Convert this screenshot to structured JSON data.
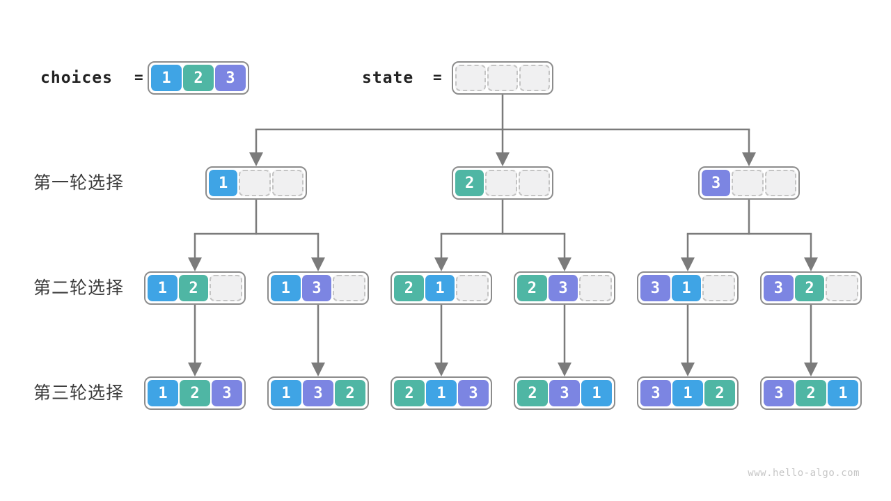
{
  "header": {
    "choices_label": "choices",
    "state_label": "state",
    "equals": "=",
    "choices_cells": [
      "1",
      "2",
      "3"
    ],
    "state_cells": [
      "",
      "",
      ""
    ]
  },
  "rows": [
    {
      "label": "第一轮选择",
      "boxes": [
        [
          "1",
          "",
          ""
        ],
        [
          "2",
          "",
          ""
        ],
        [
          "3",
          "",
          ""
        ]
      ]
    },
    {
      "label": "第二轮选择",
      "boxes": [
        [
          "1",
          "2",
          ""
        ],
        [
          "1",
          "3",
          ""
        ],
        [
          "2",
          "1",
          ""
        ],
        [
          "2",
          "3",
          ""
        ],
        [
          "3",
          "1",
          ""
        ],
        [
          "3",
          "2",
          ""
        ]
      ]
    },
    {
      "label": "第三轮选择",
      "boxes": [
        [
          "1",
          "2",
          "3"
        ],
        [
          "1",
          "3",
          "2"
        ],
        [
          "2",
          "1",
          "3"
        ],
        [
          "2",
          "3",
          "1"
        ],
        [
          "3",
          "1",
          "2"
        ],
        [
          "3",
          "2",
          "1"
        ]
      ]
    }
  ],
  "colors": {
    "value_1": "#3FA4E5",
    "value_2": "#4FB6A4",
    "value_3": "#7C85E2",
    "connector": "#7B7B7B",
    "box_border": "#8C8C8C",
    "empty_cell_fill": "#F0F0F1",
    "empty_cell_border": "#C4C4C4"
  },
  "watermark": "www.hello-algo.com"
}
